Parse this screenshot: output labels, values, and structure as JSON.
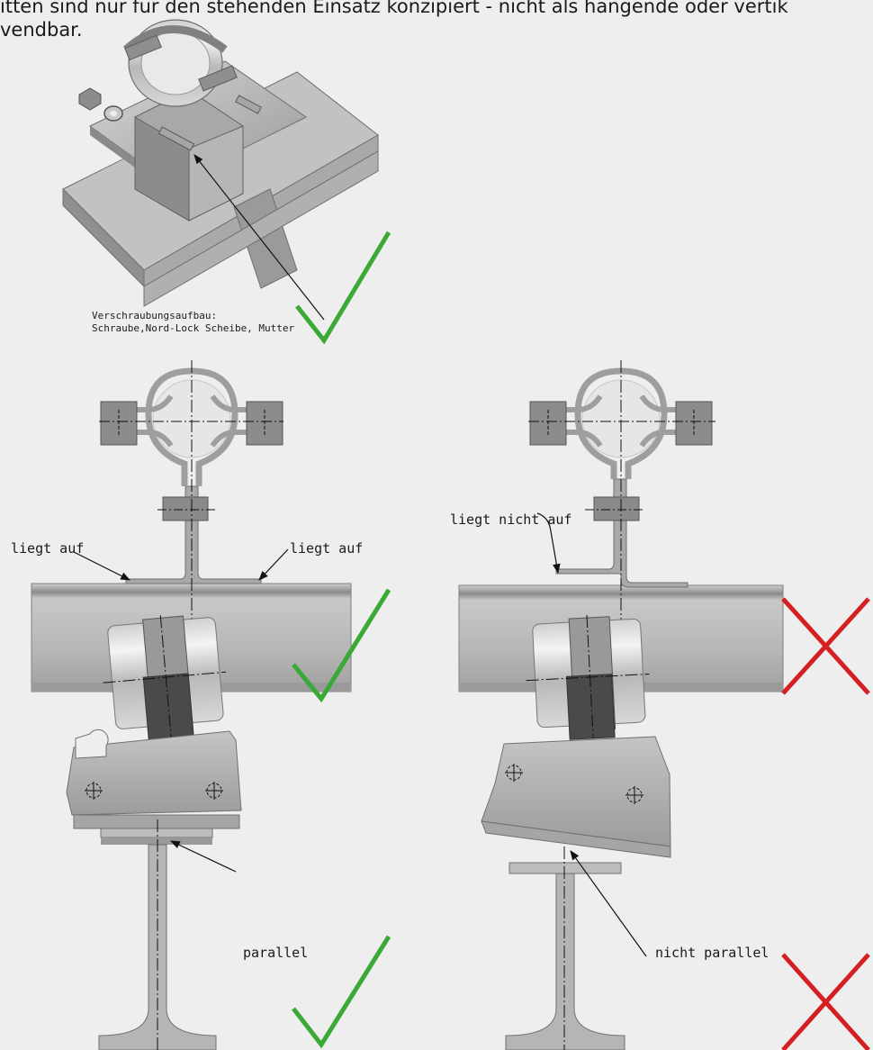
{
  "intro_text": "itten sind nur für den stehenden Einsatz konzipiert - nicht als hängende oder vertik\nvendbar.",
  "labels": {
    "screw_assembly_line1": "Verschraubungsaufbau:",
    "screw_assembly_line2": "Schraube,Nord-Lock Scheibe, Mutter",
    "rests_left": "liegt auf",
    "rests_right": "liegt auf",
    "not_resting": "liegt nicht auf",
    "parallel": "parallel",
    "not_parallel": "nicht parallel"
  },
  "colors": {
    "background": "#eeeeee",
    "steel": "#b5b5b5",
    "steel_dark": "#7d7d7d",
    "correct": "#3aa935",
    "wrong": "#d42020"
  },
  "icons": {
    "correct": "check-icon",
    "wrong": "cross-icon"
  }
}
